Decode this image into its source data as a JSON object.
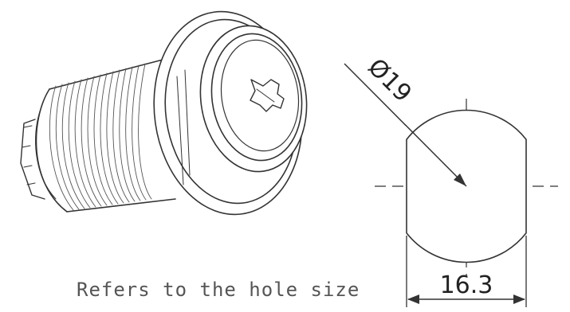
{
  "diagram": {
    "diameter_label": "Ø19",
    "width_label": "16.3",
    "caption": "Refers to the hole size"
  },
  "colors": {
    "line": "#333333",
    "caption": "#555555",
    "background": "#ffffff"
  }
}
